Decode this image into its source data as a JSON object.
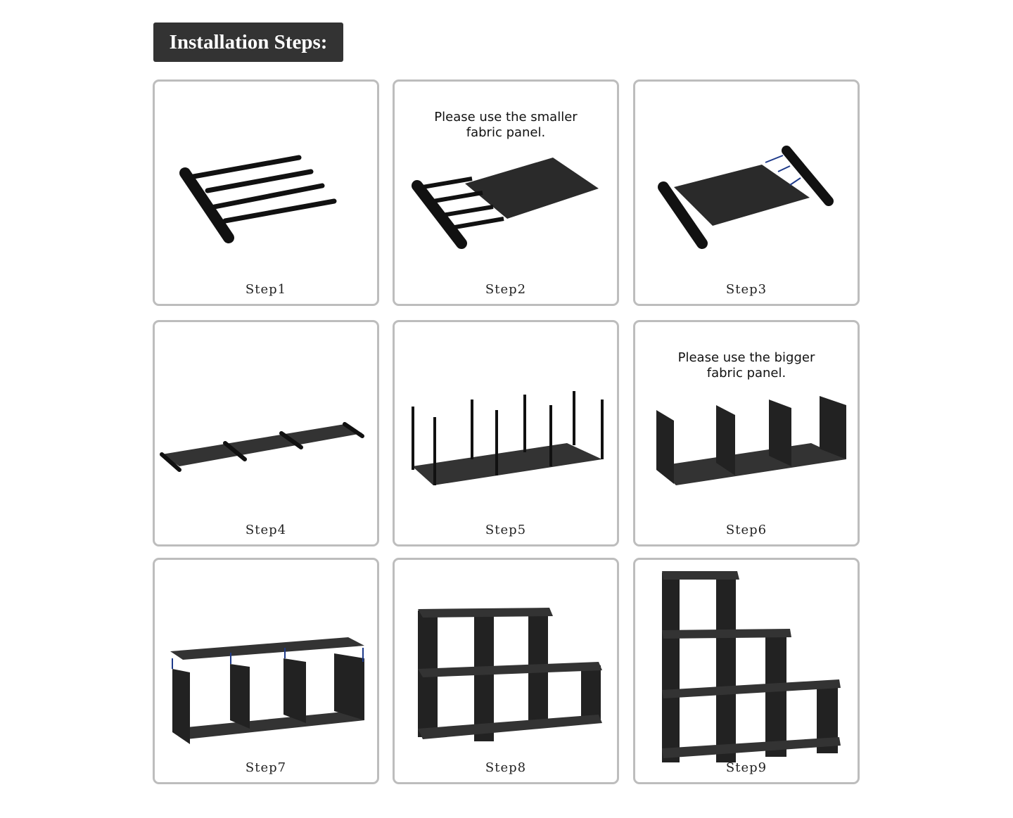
{
  "title": "Installation Steps:",
  "steps": [
    {
      "label": "Step1"
    },
    {
      "label": "Step2",
      "note_line1": "Please use the smaller",
      "note_line2": "fabric panel."
    },
    {
      "label": "Step3"
    },
    {
      "label": "Step4"
    },
    {
      "label": "Step5"
    },
    {
      "label": "Step6",
      "note_line1": "Please use the bigger",
      "note_line2": "fabric panel."
    },
    {
      "label": "Step7"
    },
    {
      "label": "Step8"
    },
    {
      "label": "Step9"
    }
  ]
}
